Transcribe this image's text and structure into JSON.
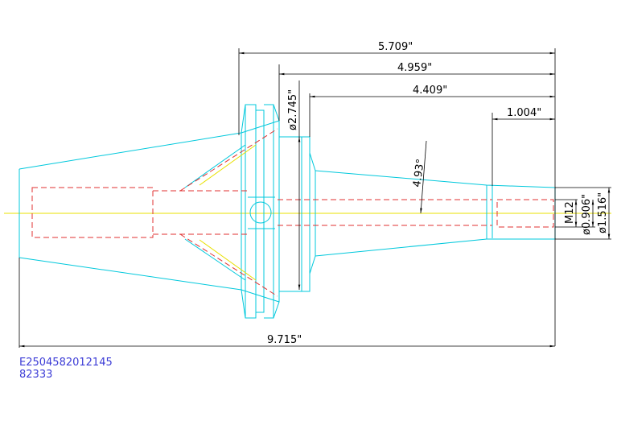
{
  "dimensions": {
    "overall_length": "9.715\"",
    "gauge_to_tip": "5.709\"",
    "flange_to_tip": "4.959\"",
    "shank_to_tip": "4.409\"",
    "bore_depth": "1.004\"",
    "taper_angle": "4.93°",
    "flange_diameter": "ø2.745\"",
    "thread": "M12",
    "inner_diameter": "ø0.906\"",
    "nose_diameter": "ø1.516\""
  },
  "reference": {
    "part_code": "E2504582012145",
    "number": "82333"
  },
  "colors": {
    "outline": "#00c8dc",
    "hidden": "#e03030",
    "center": "#e8e000",
    "dimension": "#000000",
    "reference_text": "#3b3bd6"
  }
}
